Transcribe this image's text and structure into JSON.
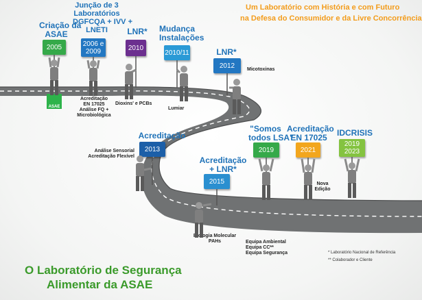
{
  "subtitle": {
    "line1": "Um Laboratório com História e com Futuro",
    "line2": "na Defesa do Consumidor e da Livre Concorrência"
  },
  "title": {
    "line1": "O Laboratório de Segurança",
    "line2": "Alimentar  da ASAE"
  },
  "footnotes": {
    "f1": "* Laboratório Nacional de Referência",
    "f2": "** Colaborador e Cliente"
  },
  "logo": {
    "text": "ASAE"
  },
  "milestones": {
    "m2005": {
      "header": [
        "Criação da",
        "ASAE"
      ],
      "sign": "2005",
      "color": "#35a949"
    },
    "m2006": {
      "header": [
        "Junção de 3",
        "Laboratórios",
        "DGFCQA + IVV +",
        "LNETI"
      ],
      "sign": [
        "2006 e",
        "2009"
      ],
      "color": "#2277c2",
      "note": [
        "Acreditação",
        "EN 17025",
        "Análise FQ +",
        "Microbiológica"
      ]
    },
    "m2010": {
      "header": [
        "LNR*"
      ],
      "sign": "2010",
      "color": "#6c2f8f",
      "note": [
        "Dioxins' e PCBs"
      ]
    },
    "m2010b": {
      "header": [
        "Mudança",
        "Instalações"
      ],
      "sign": "2010/11",
      "color": "#2a9ad6",
      "note": [
        "Lumiar"
      ]
    },
    "m2012": {
      "header": [
        "LNR*"
      ],
      "sign": "2012",
      "color": "#2277c2",
      "note": [
        "Micotoxinas"
      ]
    },
    "m2013": {
      "header": [
        "Acreditação"
      ],
      "sign": "2013",
      "color": "#1c5fa8",
      "note": [
        "Análise Sensorial",
        "Acreditação Flexível"
      ]
    },
    "m2015": {
      "header": [
        "Acreditação",
        "+ LNR*"
      ],
      "sign": "2015",
      "color": "#2a8fd0",
      "note": [
        "Biologia Molecular",
        "PAHs"
      ]
    },
    "m2019": {
      "header": [
        "\"Somos",
        "todos LSA\""
      ],
      "sign": "2019",
      "color": "#35a949",
      "note": [
        "Equipa Ambiental",
        "Equipa CC**",
        "Equipa Segurança"
      ]
    },
    "m2021": {
      "header": [
        "Acreditação",
        "EN 17025"
      ],
      "sign": "2021",
      "color": "#f2a61d"
    },
    "mIdc": {
      "header": [
        "IDCRISIS"
      ],
      "sign": [
        "2019",
        "2023"
      ],
      "color": "#84c340",
      "note": [
        "Nova",
        "Edição"
      ]
    }
  }
}
